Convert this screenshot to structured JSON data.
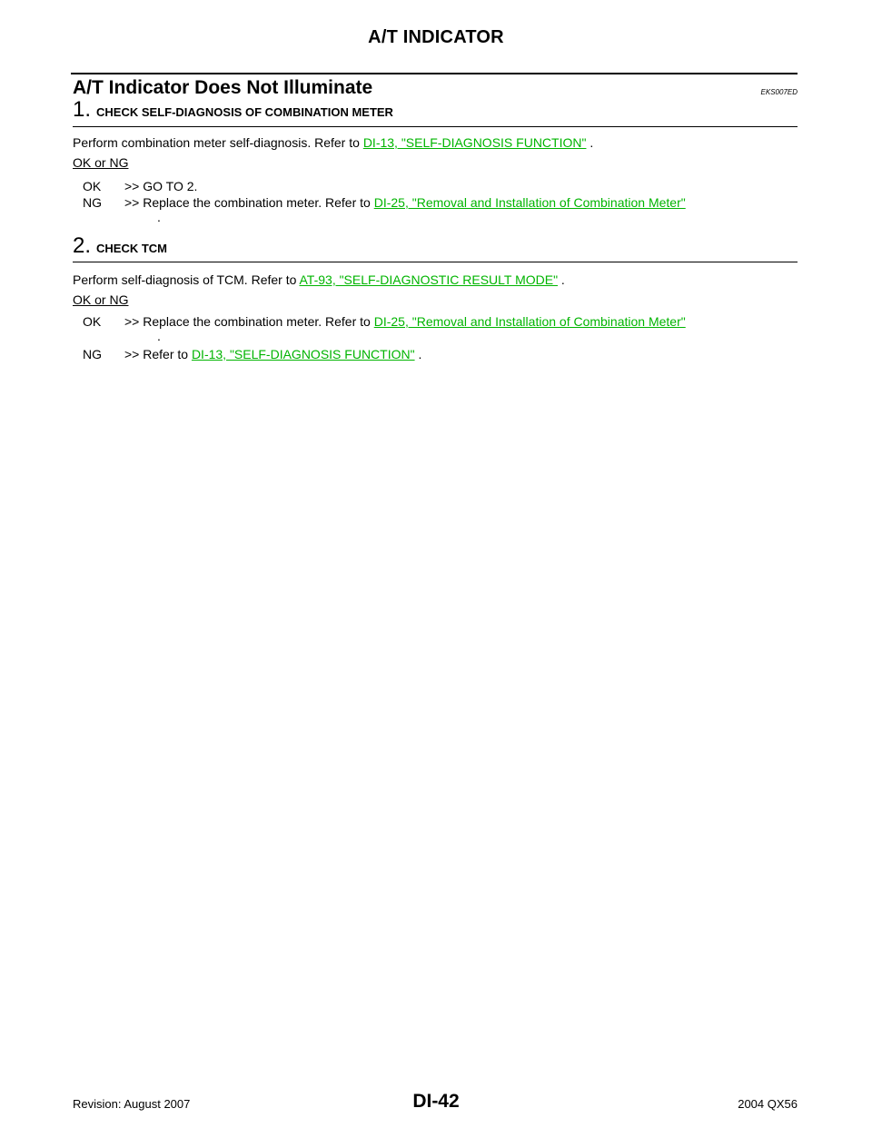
{
  "header": {
    "title": "A/T INDICATOR"
  },
  "section": {
    "title": "A/T Indicator Does Not Illuminate",
    "code": "EKS007ED"
  },
  "steps": [
    {
      "number": "1.",
      "label": "CHECK SELF-DIAGNOSIS OF COMBINATION METER",
      "instruction_prefix": "Perform combination meter self-diagnosis. Refer to ",
      "instruction_link": "DI-13, \"SELF-DIAGNOSIS FUNCTION\"",
      "instruction_suffix": " .",
      "result_label": "OK or NG",
      "results": [
        {
          "key": "OK",
          "text": ">> GO TO 2.",
          "link": "",
          "suffix": ""
        },
        {
          "key": "NG",
          "text": ">> Replace the combination meter. Refer to ",
          "link": "DI-25, \"Removal and Installation of Combination Meter\"",
          "suffix": "."
        }
      ]
    },
    {
      "number": "2.",
      "label": "CHECK TCM",
      "instruction_prefix": "Perform self-diagnosis of TCM. Refer to ",
      "instruction_link": "AT-93, \"SELF-DIAGNOSTIC RESULT MODE\"",
      "instruction_suffix": " .",
      "result_label": "OK or NG",
      "results": [
        {
          "key": "OK",
          "text": ">> Replace the combination meter. Refer to ",
          "link": "DI-25, \"Removal and Installation of Combination Meter\"",
          "suffix": "."
        },
        {
          "key": "NG",
          "text": ">> Refer to ",
          "link": "DI-13, \"SELF-DIAGNOSIS FUNCTION\"",
          "suffix": " ."
        }
      ]
    }
  ],
  "footer": {
    "revision": "Revision: August 2007",
    "page": "DI-42",
    "model": "2004 QX56"
  },
  "colors": {
    "link": "#00b400"
  }
}
